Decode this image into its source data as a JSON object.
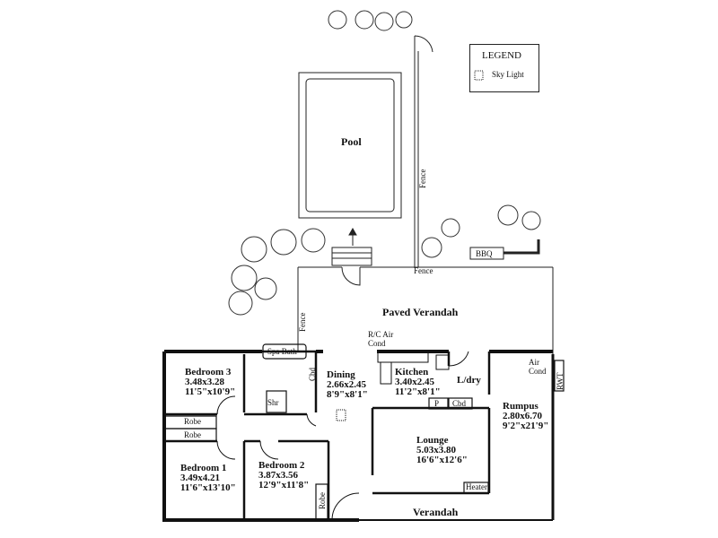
{
  "legend": {
    "title": "LEGEND",
    "sky_light": "Sky Light"
  },
  "outdoor": {
    "pool": "Pool",
    "fence_vertical": "Fence",
    "fence_horizontal": "Fence",
    "fence_left": "Fence",
    "bbq": "BBQ",
    "paved_verandah": "Paved Verandah",
    "verandah": "Verandah"
  },
  "rooms": {
    "bedroom3": {
      "name": "Bedroom 3",
      "metric": "3.48x3.28",
      "imperial": "11'5\"x10'9\""
    },
    "bedroom1": {
      "name": "Bedroom 1",
      "metric": "3.49x4.21",
      "imperial": "11'6\"x13'10\""
    },
    "bedroom2": {
      "name": "Bedroom 2",
      "metric": "3.87x3.56",
      "imperial": "12'9\"x11'8\""
    },
    "dining": {
      "name": "Dining",
      "metric": "2.66x2.45",
      "imperial": "8'9\"x8'1\""
    },
    "kitchen": {
      "name": "Kitchen",
      "metric": "3.40x2.45",
      "imperial": "11'2\"x8'1\""
    },
    "lounge": {
      "name": "Lounge",
      "metric": "5.03x3.80",
      "imperial": "16'6\"x12'6\""
    },
    "rumpus": {
      "name": "Rumpus",
      "metric": "2.80x6.70",
      "imperial": "9'2\"x21'9\""
    }
  },
  "fixtures": {
    "spa_bath": "Spa Bath",
    "shr": "Shr",
    "cbd_bath": "Cbd",
    "robe_b3": "Robe",
    "robe_b1": "Robe",
    "robe_b2": "Robe",
    "rc_air_cond_1": "R/C Air",
    "rc_air_cond_2": "Cond",
    "air_cond_1": "Air",
    "air_cond_2": "Cond",
    "ldry": "L/dry",
    "pantry": "P",
    "cbd_kitchen": "Cbd",
    "heater": "Heater",
    "rwt": "RWT"
  }
}
